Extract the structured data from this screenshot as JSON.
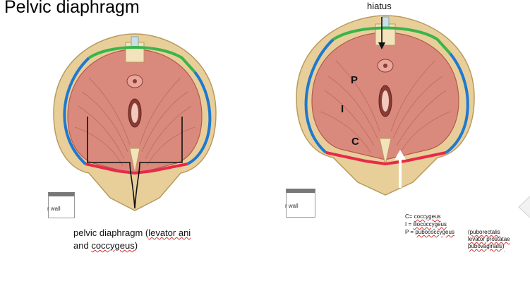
{
  "title": "Pelvic diaphragm",
  "labels": {
    "hiatus": "hiatus",
    "P": "P",
    "I": "I",
    "C": "C"
  },
  "wall_tab_left": "r wall",
  "wall_tab_right": "r wall",
  "caption": {
    "line1_prefix": "pelvic diaphragm (",
    "line1_underlined": "levator ani",
    "line2_prefix": "and ",
    "line2_underlined": "coccygeus",
    "line2_suffix": ")"
  },
  "key": {
    "c_prefix": "C= ",
    "c_term": "coccygeus",
    "i_prefix": "I = ",
    "i_term": "iliococcygeus",
    "p_prefix": "P = ",
    "p_term": "pubococcygeus",
    "notes": [
      "(puborectalis",
      "levator prostatae",
      "pubovaginalis)"
    ]
  },
  "colors": {
    "muscle": "#d98a7c",
    "muscle_dark": "#b55a4e",
    "bone": "#e8cf9a",
    "bone_light": "#f3e3bd",
    "green_line": "#3cb44b",
    "blue_line": "#1f78d1",
    "red_line": "#e8294a"
  }
}
